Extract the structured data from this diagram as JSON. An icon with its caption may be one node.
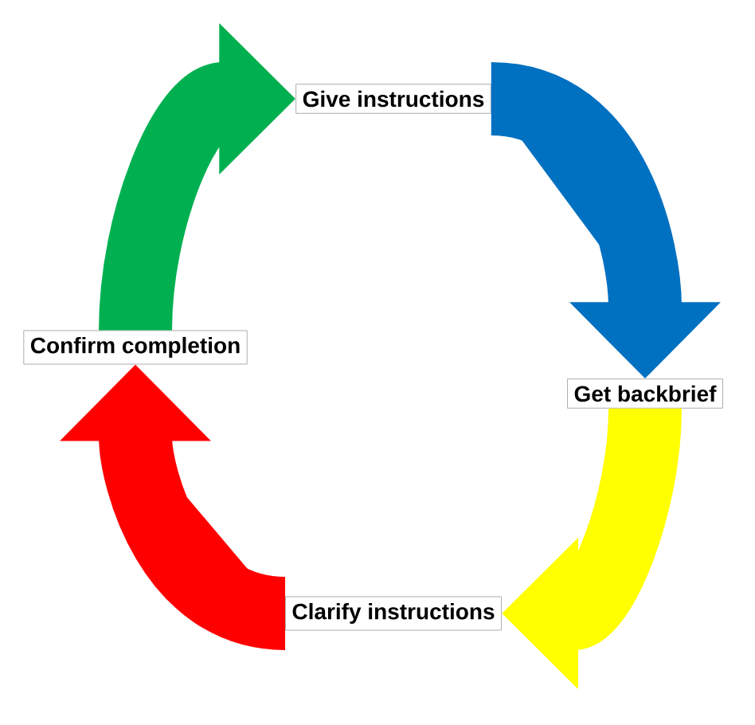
{
  "diagram": {
    "nodes": [
      {
        "text": [
          "Give instructions"
        ]
      },
      {
        "text": [
          "Get backbrief"
        ]
      },
      {
        "text": [
          "Clarify instructions"
        ]
      },
      {
        "text": [
          "Confirm completion"
        ]
      }
    ],
    "edges": [
      {
        "from": 3,
        "to": 0,
        "arrow": "to",
        "color": "#00b050"
      },
      {
        "from": 0,
        "to": 1,
        "arrow": "to",
        "color": "#0070c0"
      },
      {
        "from": 1,
        "to": 2,
        "arrow": "to",
        "color": "#ffff00"
      },
      {
        "from": 2,
        "to": 3,
        "arrow": "to",
        "color": "#ff0000"
      }
    ]
  }
}
